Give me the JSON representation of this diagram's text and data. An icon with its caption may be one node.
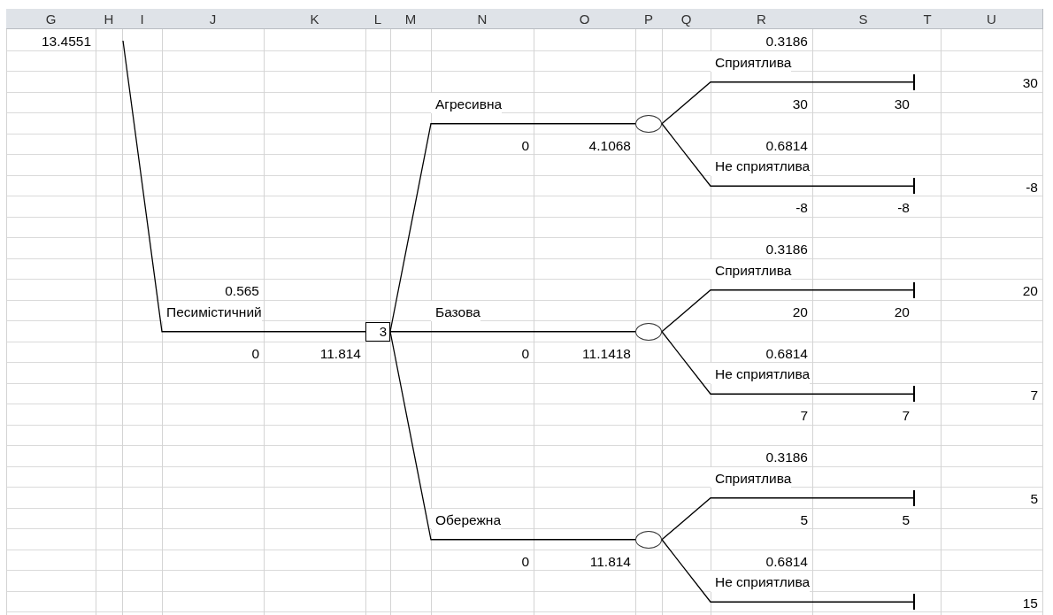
{
  "diagram": {
    "nodes": [
      {
        "text": [
          "3"
        ]
      },
      {
        "text": [],
        "shape": "circle"
      },
      {
        "text": [],
        "shape": "bar"
      },
      {
        "text": [],
        "shape": "bar"
      },
      {
        "text": [],
        "shape": "circle"
      },
      {
        "text": [],
        "shape": "bar"
      },
      {
        "text": [],
        "shape": "bar"
      },
      {
        "text": [],
        "shape": "circle"
      },
      {
        "text": [],
        "shape": "bar"
      },
      {
        "text": [],
        "shape": "bar"
      }
    ],
    "edges": [
      {
        "from": null,
        "to": 0,
        "arrow": "none",
        "label": "Песимістичний"
      },
      {
        "from": 0,
        "to": 1,
        "arrow": "none",
        "label": "Агресивна"
      },
      {
        "from": 1,
        "to": 2,
        "arrow": "none",
        "label": "Сприятлива"
      },
      {
        "from": 1,
        "to": 3,
        "arrow": "none",
        "label": "Не сприятлива"
      },
      {
        "from": 0,
        "to": 4,
        "arrow": "none",
        "label": "Базова"
      },
      {
        "from": 4,
        "to": 5,
        "arrow": "none",
        "label": "Сприятлива"
      },
      {
        "from": 4,
        "to": 6,
        "arrow": "none",
        "label": "Не сприятлива"
      },
      {
        "from": 0,
        "to": 7,
        "arrow": "none",
        "label": "Обережна"
      },
      {
        "from": 7,
        "to": 8,
        "arrow": "none",
        "label": "Сприятлива"
      },
      {
        "from": 7,
        "to": 9,
        "arrow": "none",
        "label": "Не сприятлива"
      }
    ],
    "labels": [
      "G",
      "H",
      "I",
      "J",
      "K",
      "L",
      "M",
      "N",
      "O",
      "P",
      "Q",
      "R",
      "S",
      "T",
      "U",
      "13.4551",
      "0.3186",
      "30",
      "30",
      "30",
      "0",
      "4.1068",
      "0.6814",
      "-8",
      "-8",
      "-8",
      "0.3186",
      "0.565",
      "20",
      "20",
      "20",
      "0",
      "11.814",
      "0",
      "11.1418",
      "0.6814",
      "7",
      "7",
      "7",
      "0.3186",
      "5",
      "5",
      "5",
      "0",
      "11.814",
      "0.6814",
      "15"
    ]
  }
}
